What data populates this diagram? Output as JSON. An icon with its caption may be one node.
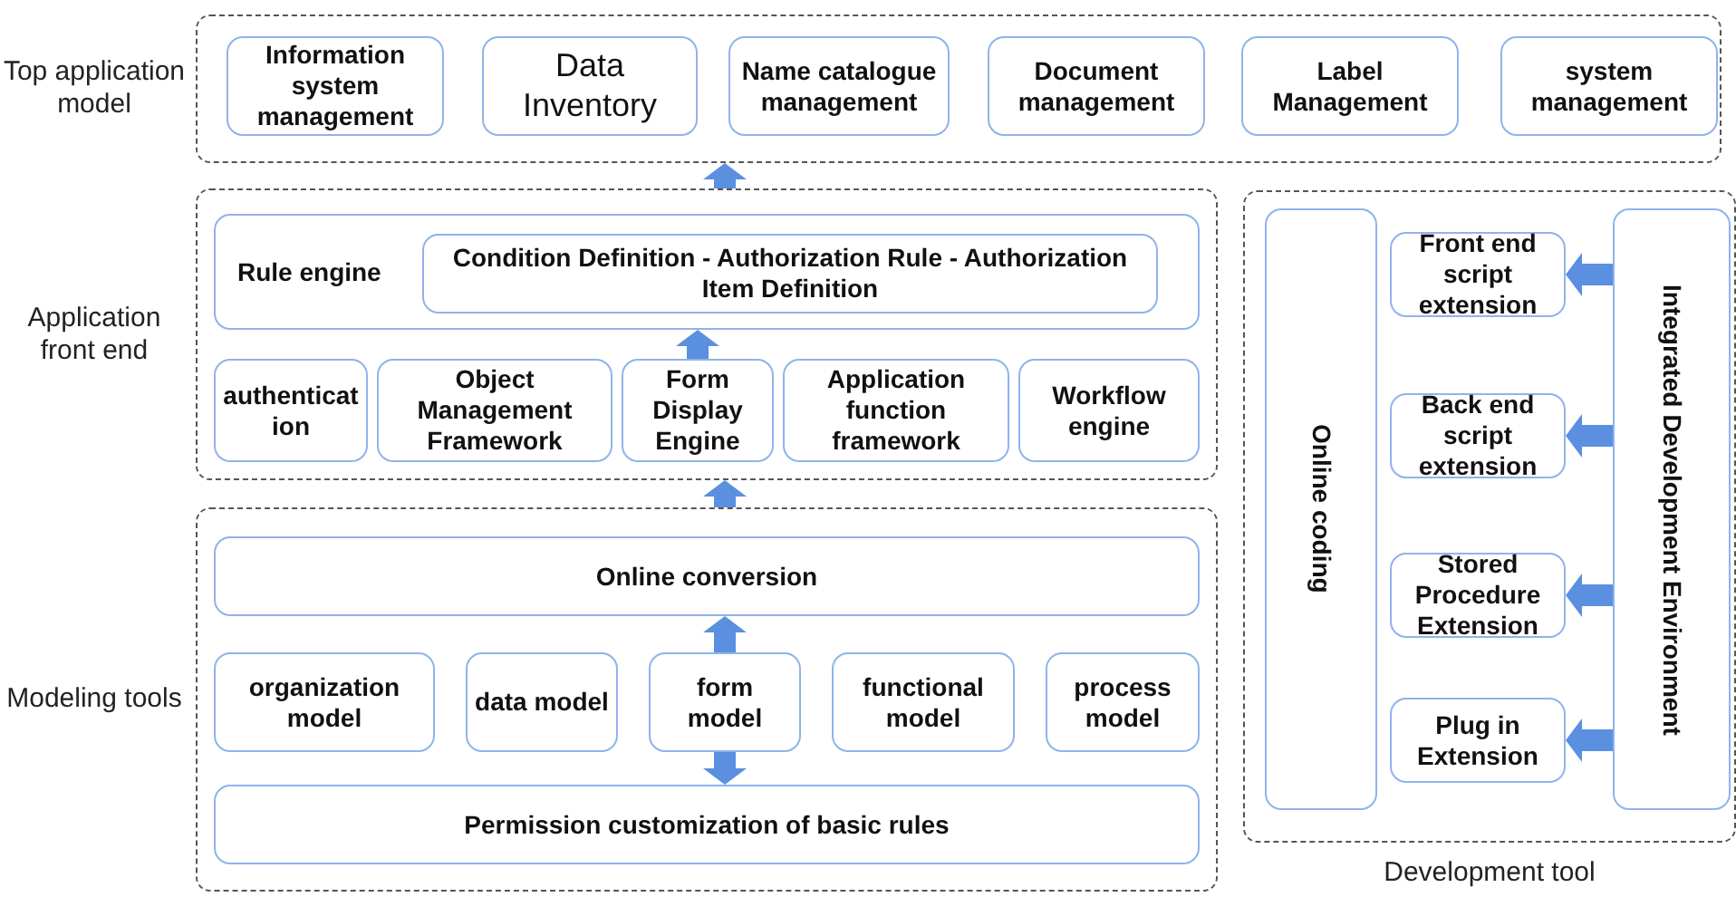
{
  "diagram": {
    "nodes": [
      {
        "text": [
          "Top application model"
        ]
      },
      {
        "text": [
          "Information system management"
        ],
        "in": 0
      },
      {
        "text": [
          "Data Inventory"
        ],
        "in": 0
      },
      {
        "text": [
          "Name catalogue management"
        ],
        "in": 0
      },
      {
        "text": [
          "Document management"
        ],
        "in": 0
      },
      {
        "text": [
          "Label Management"
        ],
        "in": 0
      },
      {
        "text": [
          "system management"
        ],
        "in": 0
      },
      {
        "text": [
          "Application front end"
        ]
      },
      {
        "text": [
          "Rule engine"
        ],
        "in": 7
      },
      {
        "text": [
          "Condition Definition - Authorization Rule - Authorization Item Definition"
        ],
        "in": 8
      },
      {
        "text": [
          "authentication"
        ],
        "in": 7
      },
      {
        "text": [
          "Object Management Framework"
        ],
        "in": 7
      },
      {
        "text": [
          "Form Display Engine"
        ],
        "in": 7
      },
      {
        "text": [
          "Application function framework"
        ],
        "in": 7
      },
      {
        "text": [
          "Workflow engine"
        ],
        "in": 7
      },
      {
        "text": [
          "Modeling tools"
        ]
      },
      {
        "text": [
          "Online conversion"
        ],
        "in": 15
      },
      {
        "text": [
          "organization model"
        ],
        "in": 15
      },
      {
        "text": [
          "data model"
        ],
        "in": 15
      },
      {
        "text": [
          "form model"
        ],
        "in": 15
      },
      {
        "text": [
          "functional model"
        ],
        "in": 15
      },
      {
        "text": [
          "process model"
        ],
        "in": 15
      },
      {
        "text": [
          "Permission customization of basic rules"
        ],
        "in": 15
      },
      {
        "text": [
          "Development tool"
        ]
      },
      {
        "text": [
          "Online coding"
        ],
        "in": 23
      },
      {
        "text": [
          "Front end script extension"
        ],
        "in": 23
      },
      {
        "text": [
          "Back end script extension"
        ],
        "in": 23
      },
      {
        "text": [
          "Stored Procedure Extension"
        ],
        "in": 23
      },
      {
        "text": [
          "Plug in Extension"
        ],
        "in": 23
      },
      {
        "text": [
          "Integrated Development Environment"
        ],
        "in": 23
      }
    ],
    "edges": [
      {
        "from": 7,
        "to": 0,
        "arrow": "to"
      },
      {
        "from": 12,
        "to": 8,
        "arrow": "to"
      },
      {
        "from": 15,
        "to": 7,
        "arrow": "to"
      },
      {
        "from": 19,
        "to": 16,
        "arrow": "to"
      },
      {
        "from": 19,
        "to": 22,
        "arrow": "to"
      },
      {
        "from": 29,
        "to": 25,
        "arrow": "to"
      },
      {
        "from": 29,
        "to": 26,
        "arrow": "to"
      },
      {
        "from": 29,
        "to": 27,
        "arrow": "to"
      },
      {
        "from": 29,
        "to": 28,
        "arrow": "to"
      }
    ]
  }
}
